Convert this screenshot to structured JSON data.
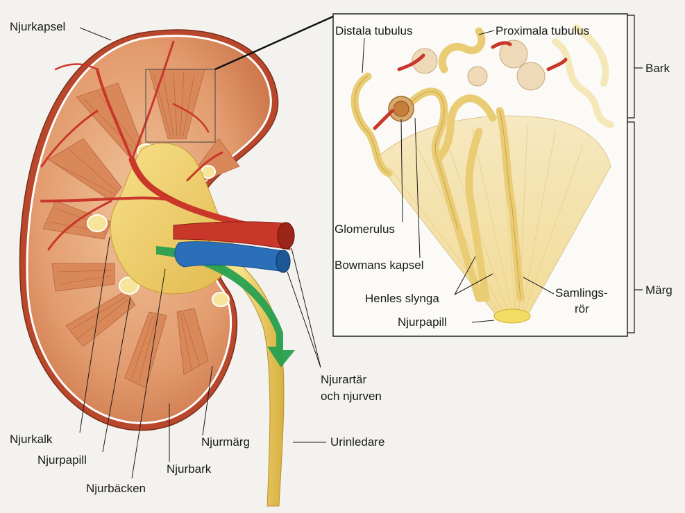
{
  "kidney_labels": {
    "capsule": "Njurkapsel",
    "calyx": "Njurkalk",
    "papilla": "Njurpapill",
    "pelvis": "Njurbäcken",
    "cortex": "Njurbark",
    "medulla": "Njurmärg",
    "ureter": "Urinledare",
    "vessels_line1": "Njurartär",
    "vessels_line2": "och njurven"
  },
  "detail_labels": {
    "distal": "Distala tubulus",
    "proximal": "Proximala tubulus",
    "glomerulus": "Glomerulus",
    "bowman": "Bowmans kapsel",
    "henle": "Henles slynga",
    "collecting_line1": "Samlings-",
    "collecting_line2": "rör",
    "papilla": "Njurpapill"
  },
  "region_labels": {
    "bark": "Bark",
    "marg": "Märg"
  },
  "colors": {
    "artery": "#c9362a",
    "vein": "#2a6fb8",
    "urine": "#f0d66a",
    "flow": "#27a050",
    "cortex": "#e3a27a",
    "medulla": "#d98a5c"
  }
}
